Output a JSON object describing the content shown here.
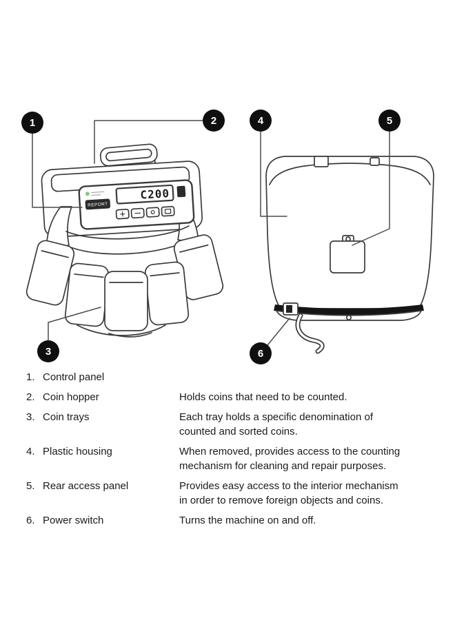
{
  "diagram": {
    "callouts": [
      {
        "number": "1"
      },
      {
        "number": "2"
      },
      {
        "number": "3"
      },
      {
        "number": "4"
      },
      {
        "number": "5"
      },
      {
        "number": "6"
      }
    ],
    "front_machine": {
      "display_value": "C200",
      "report_button": "REPORT"
    },
    "colors": {
      "line": "#3a3a3a",
      "callout_bg": "#0f0f0f",
      "base_band": "#151515"
    }
  },
  "legend": {
    "items": [
      {
        "number": "1.",
        "label": "Control panel",
        "description": ""
      },
      {
        "number": "2.",
        "label": "Coin hopper",
        "description": "Holds coins that need to be counted."
      },
      {
        "number": "3.",
        "label": "Coin trays",
        "description": "Each tray holds a specific denomination of counted and sorted coins."
      },
      {
        "number": "4.",
        "label": "Plastic housing",
        "description": "When removed, provides access to the counting mechanism for cleaning and repair purposes."
      },
      {
        "number": "5.",
        "label": "Rear access panel",
        "description": "Provides easy access to the interior mechanism in order to remove foreign objects and coins."
      },
      {
        "number": "6.",
        "label": "Power switch",
        "description": "Turns the machine on and off."
      }
    ]
  }
}
